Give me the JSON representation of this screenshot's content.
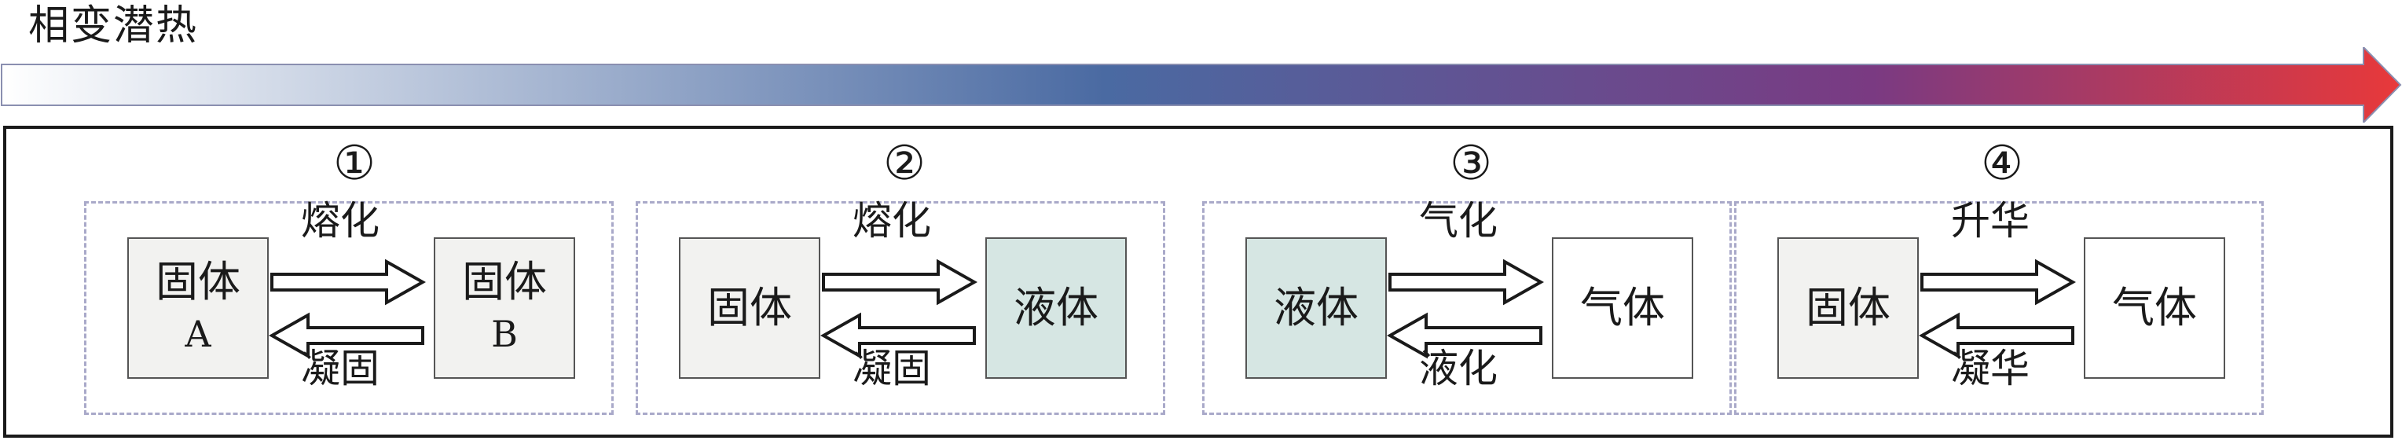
{
  "heading": "相变潜热",
  "colors": {
    "gradient_start": "#ffffff",
    "gradient_mid": "#4a6aa2",
    "gradient_purple": "#7a3a82",
    "gradient_end": "#e8393a",
    "solid_box": "#f2f2f0",
    "liquid_box": "#d6e6e3",
    "gas_box": "#ffffff",
    "dashed_border": "#a9a9c9"
  },
  "panels": [
    {
      "number": "①",
      "left_state": {
        "label": "固体",
        "sub": "A"
      },
      "right_state": {
        "label": "固体",
        "sub": "B"
      },
      "forward_process": "熔化",
      "reverse_process": "凝固"
    },
    {
      "number": "②",
      "left_state": {
        "label": "固体"
      },
      "right_state": {
        "label": "液体"
      },
      "forward_process": "熔化",
      "reverse_process": "凝固"
    },
    {
      "number": "③",
      "left_state": {
        "label": "液体"
      },
      "right_state": {
        "label": "气体"
      },
      "forward_process": "气化",
      "reverse_process": "液化"
    },
    {
      "number": "④",
      "left_state": {
        "label": "固体"
      },
      "right_state": {
        "label": "气体"
      },
      "forward_process": "升华",
      "reverse_process": "凝华"
    }
  ]
}
